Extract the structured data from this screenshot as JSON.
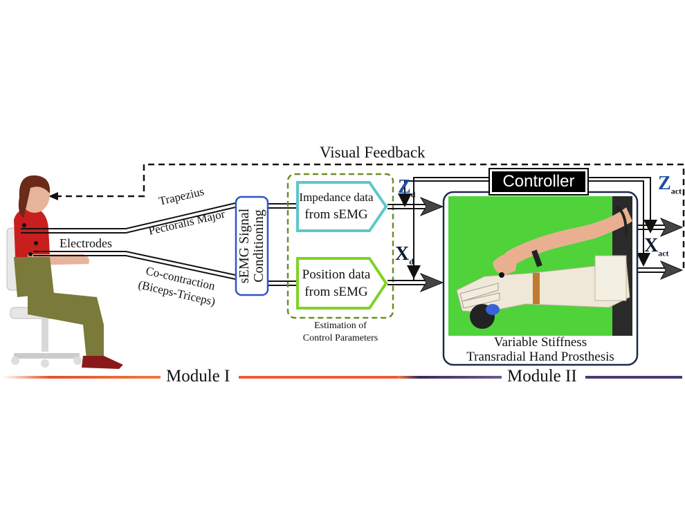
{
  "feedback_label": "Visual Feedback",
  "electrodes_label": "Electrodes",
  "muscle_labels": {
    "trapezius": "Trapezius",
    "pectoralis": "Pectoralis Major",
    "cocontraction_line1": "Co-contraction",
    "cocontraction_line2": "(Biceps-Triceps)"
  },
  "signal_conditioning": {
    "line1": "sEMG Signal",
    "line2": "Conditioning"
  },
  "impedance_block": {
    "line1": "Impedance data",
    "line2": "from sEMG"
  },
  "position_block": {
    "line1": "Position data",
    "line2": "from sEMG"
  },
  "estimation_label": {
    "line1": "Estimation of",
    "line2": "Control Parameters"
  },
  "controller_label": "Controller",
  "symbols": {
    "z_desired": "Z",
    "z_desired_sub": "d",
    "x_desired": "X",
    "x_desired_sub": "d",
    "z_actual": "Z",
    "z_actual_sub": "act",
    "x_actual": "X",
    "x_actual_sub": "act"
  },
  "prosthesis_caption": {
    "line1": "Variable Stiffness",
    "line2": "Transradial Hand Prosthesis"
  },
  "modules": {
    "module1": "Module I",
    "module2": "Module II"
  },
  "colors": {
    "impedance": "#5bc8c8",
    "position": "#7ed321",
    "estimation_border": "#6b8e23",
    "conditioning_border": "#2b55c9",
    "prosthesis_border": "#1c2a4a",
    "z_symbol": "#1f4fa0",
    "x_symbol": "#0d1b2e",
    "module1_line": "#e0542a",
    "module2_line": "#3a2a5e",
    "green_screen": "#4fd23a"
  }
}
